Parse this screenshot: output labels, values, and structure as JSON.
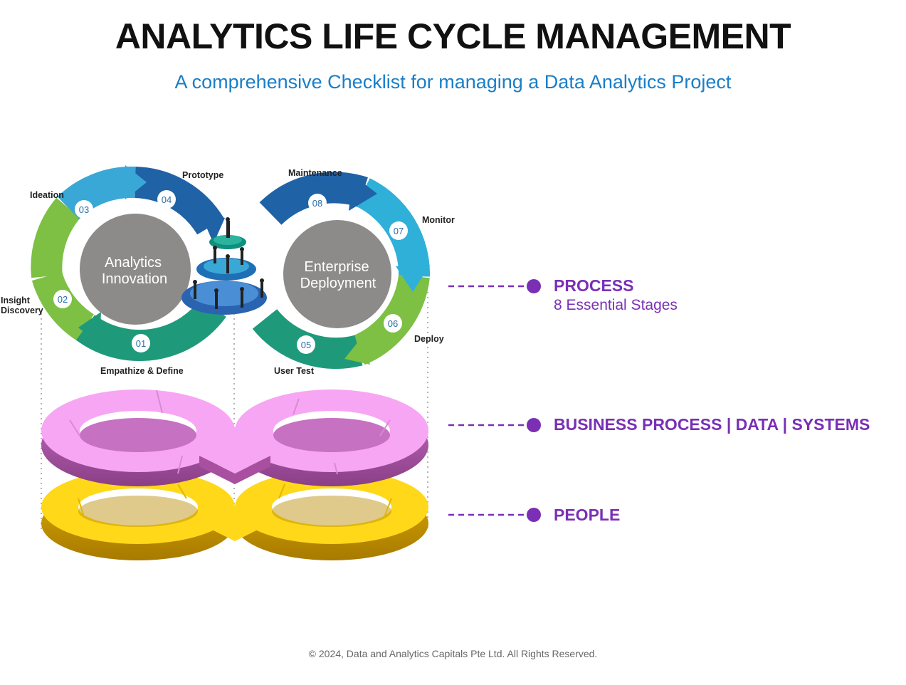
{
  "title": "ANALYTICS LIFE CYCLE MANAGEMENT",
  "subtitle": "A comprehensive Checklist for managing a Data Analytics Project",
  "cycles": {
    "left_hub_line1": "Analytics",
    "left_hub_line2": "Innovation",
    "right_hub_line1": "Enterprise",
    "right_hub_line2": "Deployment"
  },
  "stages": [
    {
      "num": "01",
      "label": "Empathize & Define",
      "color": "#1e9a7a"
    },
    {
      "num": "02",
      "label_line1": "Insight",
      "label_line2": "Discovery",
      "color": "#7dc043"
    },
    {
      "num": "03",
      "label": "Ideation",
      "color": "#3aa8d6"
    },
    {
      "num": "04",
      "label": "Prototype",
      "color": "#1f62a6"
    },
    {
      "num": "05",
      "label": "User Test",
      "color": "#1e9a7a"
    },
    {
      "num": "06",
      "label": "Deploy",
      "color": "#7dc043"
    },
    {
      "num": "07",
      "label": "Monitor",
      "color": "#2fb0d8"
    },
    {
      "num": "08",
      "label": "Maintenance",
      "color": "#1f62a6"
    }
  ],
  "layers": {
    "pink": "#f7a6f3",
    "yellow": "#ffd81a"
  },
  "legend": {
    "process_title": "PROCESS",
    "process_sub": "8 Essential Stages",
    "business_title": "BUSINESS PROCESS | DATA | SYSTEMS",
    "people_title": "PEOPLE",
    "accent": "#7a2fb5"
  },
  "footer": "© 2024, Data and Analytics Capitals Pte Ltd. All Rights Reserved."
}
